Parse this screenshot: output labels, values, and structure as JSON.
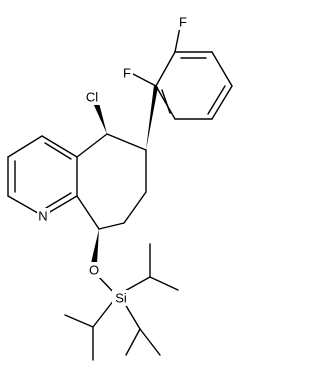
{
  "atoms": {
    "chlorine": "Cl",
    "fluorine_1": "F",
    "fluorine_2": "F",
    "nitrogen": "N",
    "oxygen": "O",
    "silicon": "Si"
  }
}
